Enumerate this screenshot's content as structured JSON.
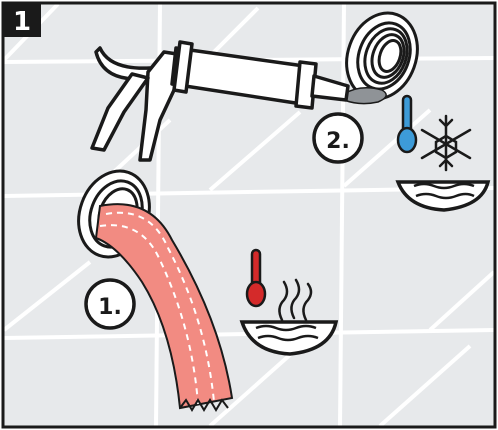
{
  "panel": {
    "number_badge": "1",
    "background_color": "#e7e9eb",
    "grid_color": "#ffffff",
    "border_color": "#1a1a1a"
  },
  "steps": [
    {
      "label": "1.",
      "icon": "warm-water-bowl-with-thermometer",
      "indicator_color": "#d42a2a"
    },
    {
      "label": "2.",
      "icon": "cold-water-bowl-with-thermometer-and-snowflake",
      "indicator_color": "#3d9bd8"
    }
  ],
  "objects": {
    "hose_color": "#f28b82",
    "caulking_gun": "caulking-gun-icon",
    "grey_blob": "sealant-icon"
  }
}
